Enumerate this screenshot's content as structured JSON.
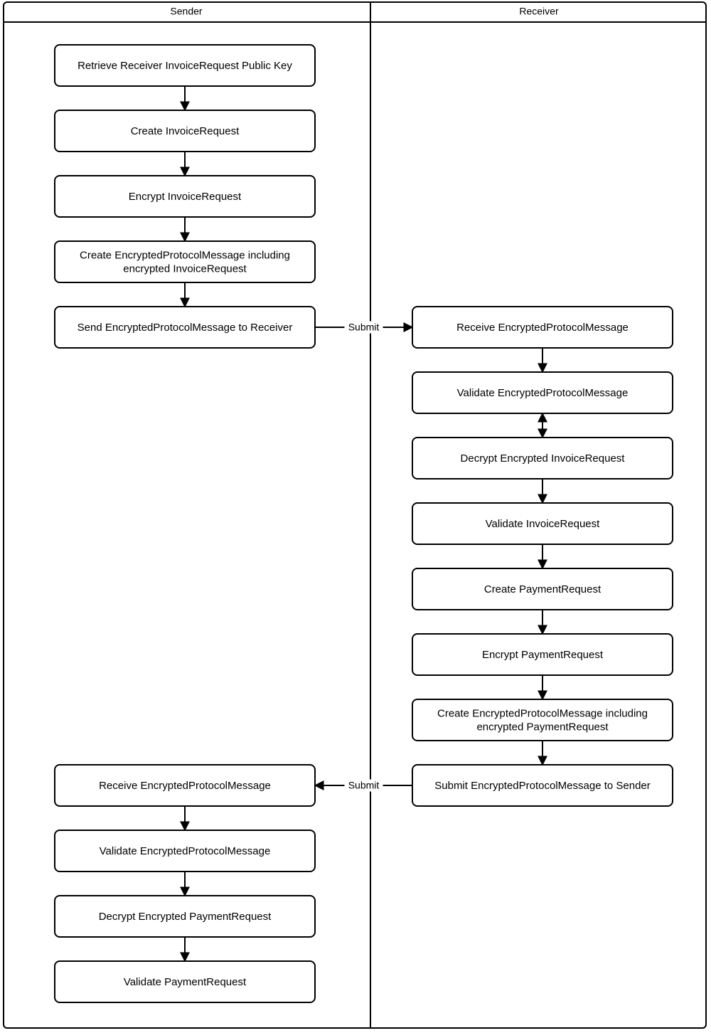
{
  "diagram": {
    "type": "swimlane-flowchart",
    "lanes": [
      {
        "id": "sender",
        "title": "Sender"
      },
      {
        "id": "receiver",
        "title": "Receiver"
      }
    ],
    "nodes": [
      {
        "id": "s1",
        "lane": "sender",
        "lines": [
          "Retrieve Receiver InvoiceRequest Public Key"
        ]
      },
      {
        "id": "s2",
        "lane": "sender",
        "lines": [
          "Create InvoiceRequest"
        ]
      },
      {
        "id": "s3",
        "lane": "sender",
        "lines": [
          "Encrypt InvoiceRequest"
        ]
      },
      {
        "id": "s4",
        "lane": "sender",
        "lines": [
          "Create EncryptedProtocolMessage including",
          "encrypted InvoiceRequest"
        ]
      },
      {
        "id": "s5",
        "lane": "sender",
        "lines": [
          "Send EncryptedProtocolMessage to Receiver"
        ]
      },
      {
        "id": "r1",
        "lane": "receiver",
        "lines": [
          "Receive EncryptedProtocolMessage"
        ]
      },
      {
        "id": "r2",
        "lane": "receiver",
        "lines": [
          "Validate EncryptedProtocolMessage"
        ]
      },
      {
        "id": "r3",
        "lane": "receiver",
        "lines": [
          "Decrypt Encrypted InvoiceRequest"
        ]
      },
      {
        "id": "r4",
        "lane": "receiver",
        "lines": [
          "Validate InvoiceRequest"
        ]
      },
      {
        "id": "r5",
        "lane": "receiver",
        "lines": [
          "Create PaymentRequest"
        ]
      },
      {
        "id": "r6",
        "lane": "receiver",
        "lines": [
          "Encrypt PaymentRequest"
        ]
      },
      {
        "id": "r7",
        "lane": "receiver",
        "lines": [
          "Create EncryptedProtocolMessage including",
          "encrypted PaymentRequest"
        ]
      },
      {
        "id": "r8",
        "lane": "receiver",
        "lines": [
          "Submit EncryptedProtocolMessage to Sender"
        ]
      },
      {
        "id": "s6",
        "lane": "sender",
        "lines": [
          "Receive EncryptedProtocolMessage"
        ]
      },
      {
        "id": "s7",
        "lane": "sender",
        "lines": [
          "Validate EncryptedProtocolMessage"
        ]
      },
      {
        "id": "s8",
        "lane": "sender",
        "lines": [
          "Decrypt Encrypted PaymentRequest"
        ]
      },
      {
        "id": "s9",
        "lane": "sender",
        "lines": [
          "Validate PaymentRequest"
        ]
      }
    ],
    "edges": [
      {
        "from": "s1",
        "to": "s2",
        "label": "",
        "direction": "down"
      },
      {
        "from": "s2",
        "to": "s3",
        "label": "",
        "direction": "down"
      },
      {
        "from": "s3",
        "to": "s4",
        "label": "",
        "direction": "down"
      },
      {
        "from": "s4",
        "to": "s5",
        "label": "",
        "direction": "down"
      },
      {
        "from": "s5",
        "to": "r1",
        "label": "Submit",
        "direction": "right"
      },
      {
        "from": "r1",
        "to": "r2",
        "label": "",
        "direction": "down"
      },
      {
        "from": "r2",
        "to": "r3",
        "label": "",
        "direction": "both"
      },
      {
        "from": "r3",
        "to": "r4",
        "label": "",
        "direction": "down"
      },
      {
        "from": "r4",
        "to": "r5",
        "label": "",
        "direction": "down"
      },
      {
        "from": "r5",
        "to": "r6",
        "label": "",
        "direction": "down"
      },
      {
        "from": "r6",
        "to": "r7",
        "label": "",
        "direction": "down"
      },
      {
        "from": "r7",
        "to": "r8",
        "label": "",
        "direction": "down"
      },
      {
        "from": "r8",
        "to": "s6",
        "label": "Submit",
        "direction": "left"
      },
      {
        "from": "s6",
        "to": "s7",
        "label": "",
        "direction": "down"
      },
      {
        "from": "s7",
        "to": "s8",
        "label": "",
        "direction": "down"
      },
      {
        "from": "s8",
        "to": "s9",
        "label": "",
        "direction": "down"
      }
    ],
    "colors": {
      "stroke": "#000000",
      "fill": "#ffffff",
      "text": "#000000"
    }
  }
}
